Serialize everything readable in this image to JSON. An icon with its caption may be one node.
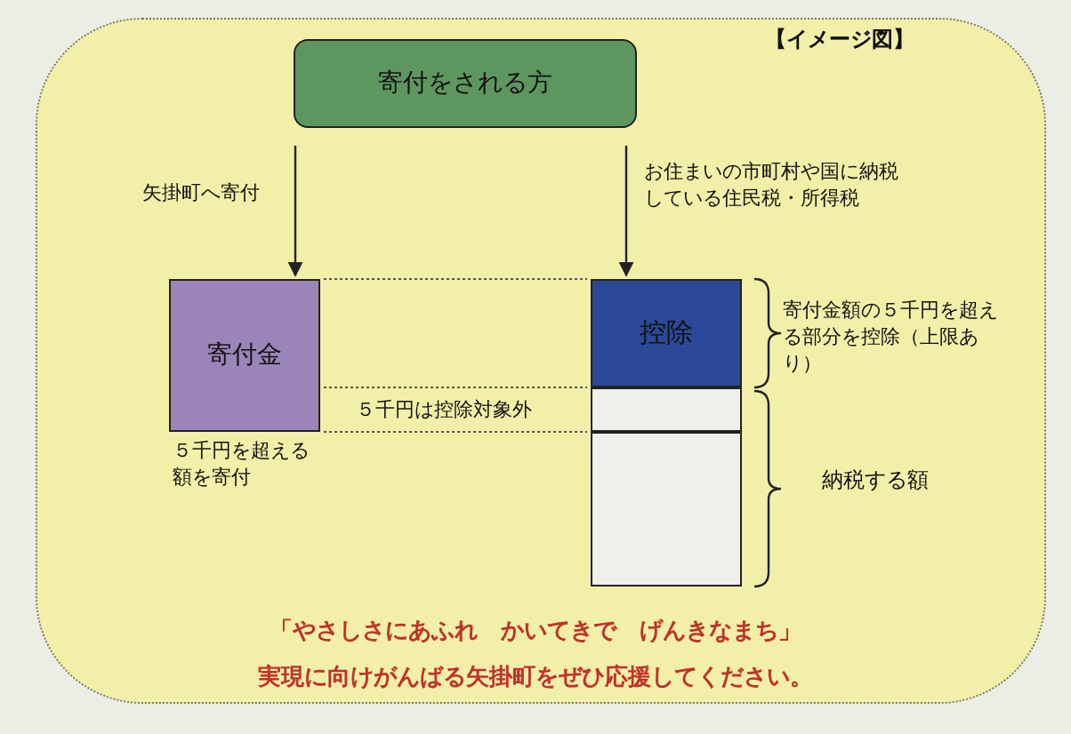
{
  "diagram": {
    "nodes": [
      {
        "text": [
          "寄付をされる方"
        ]
      },
      {
        "text": [
          "寄付金"
        ],
        "beside": [
          "５千円を超える額を寄付"
        ]
      },
      {
        "text": [
          "控除"
        ]
      },
      {
        "text": [],
        "shape": "box"
      },
      {
        "text": [],
        "shape": "box"
      }
    ],
    "edges": [
      {
        "from": 0,
        "to": 1,
        "arrow": "to",
        "label": "矢掛町へ寄付"
      },
      {
        "from": 0,
        "to": 2,
        "arrow": "to",
        "label": "お住まいの市町村や国に納税している住民税・所得税"
      }
    ],
    "labels": [
      "【イメージ図】",
      "５千円は控除対象外",
      "寄付金額の５千円を超える部分を控除（上限あり）",
      "納税する額",
      "「**や**さしさにあふれ　**か**いてきで　**げ**んきなまち」",
      "実現に向けがんばる**矢掛町**をぜひ応援してください。"
    ]
  }
}
